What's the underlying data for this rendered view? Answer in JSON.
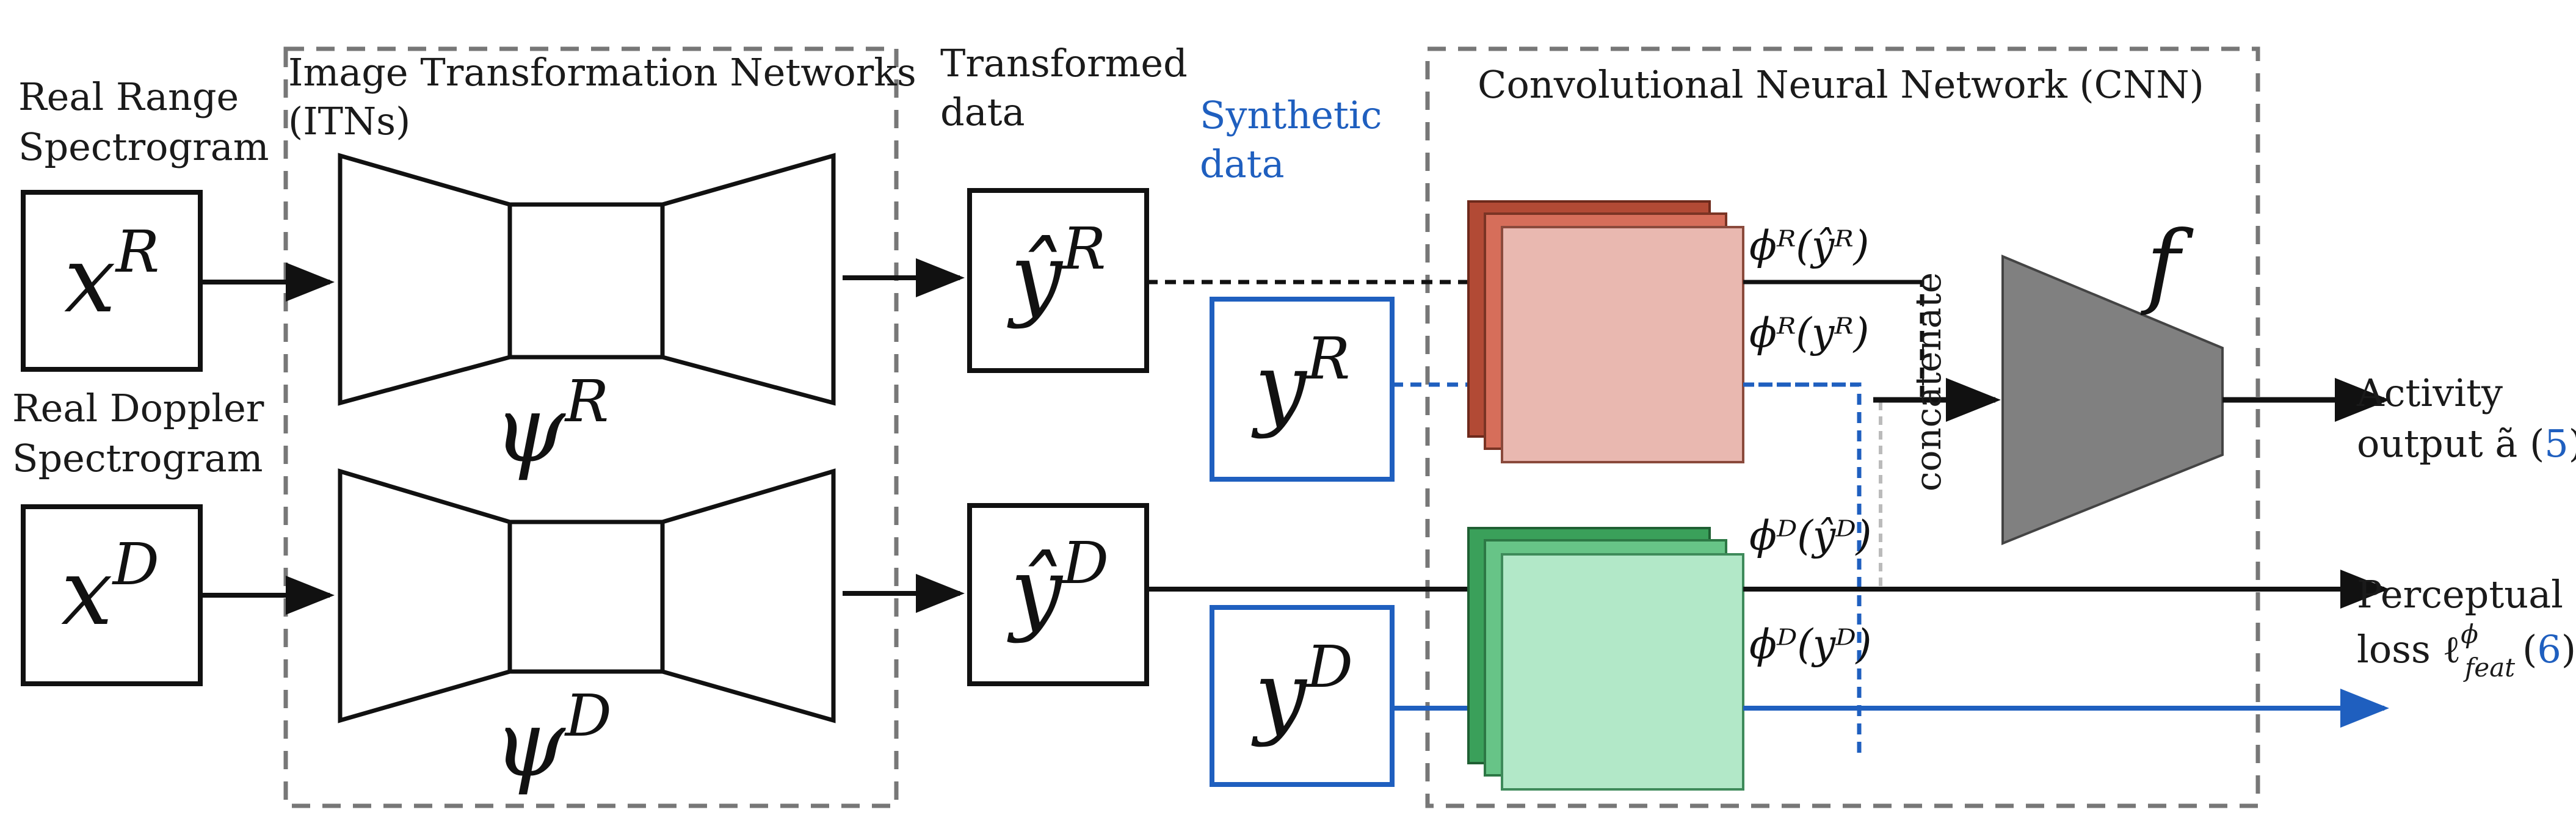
{
  "labels": {
    "real_range": [
      "Real Range",
      "Spectrogram"
    ],
    "real_doppler": [
      "Real Doppler",
      "Spectrogram"
    ],
    "itn_title": [
      "Image Transformation Networks",
      "(ITNs)"
    ],
    "transformed": [
      "Transformed",
      "data"
    ],
    "synthetic": [
      "Synthetic",
      "data"
    ],
    "cnn_title": "Convolutional Neural Network (CNN)",
    "concatenate": "concatenate",
    "activity": [
      "Activity",
      "output ã ("
    ],
    "activity_ref": "5",
    "perceptual": [
      "Perceptual",
      "loss ℓ"
    ],
    "perceptual_ref": "6"
  },
  "math": {
    "xR": "x",
    "xR_sup": "R",
    "xD": "x",
    "xD_sup": "D",
    "psiR": "ψ",
    "psiR_sup": "R",
    "psiD": "ψ",
    "psiD_sup": "D",
    "yhatR": "ŷ",
    "yhatR_sup": "R",
    "yhatD": "ŷ",
    "yhatD_sup": "D",
    "yR": "y",
    "yR_sup": "R",
    "yD": "y",
    "yD_sup": "D",
    "f": "f",
    "phi_R_yhat": "ϕᴿ(ŷᴿ)",
    "phi_R_y": "ϕᴿ(yᴿ)",
    "phi_D_yhat": "ϕᴰ(ŷᴰ)",
    "phi_D_y": "ϕᴰ(yᴰ)",
    "loss_sup": "ϕ",
    "loss_sub": "feat"
  },
  "colors": {
    "black": "#111111",
    "blue": "#1f5fbf",
    "dash_gray": "#777777",
    "range_dark": "#b24a35",
    "range_mid": "#d66e5a",
    "range_light": "#e9b8b0",
    "doppler_dark": "#3aa05a",
    "doppler_mid": "#67c487",
    "doppler_light": "#b2e8c8",
    "f_gray": "#808080"
  }
}
